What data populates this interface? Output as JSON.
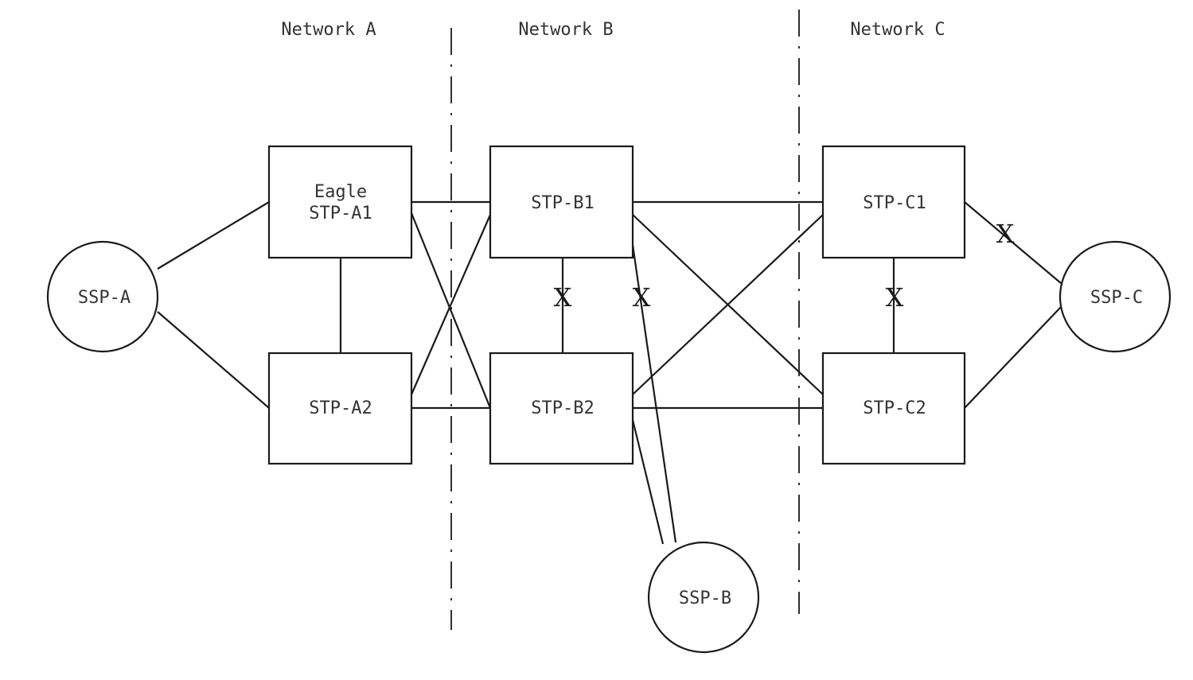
{
  "networks": [
    {
      "id": "A",
      "label": "Network A"
    },
    {
      "id": "B",
      "label": "Network B"
    },
    {
      "id": "C",
      "label": "Network C"
    }
  ],
  "nodes": [
    {
      "id": "SSP-A",
      "shape": "circle",
      "lines": [
        "SSP-A"
      ]
    },
    {
      "id": "STP-A1",
      "shape": "box",
      "lines": [
        "Eagle",
        "STP-A1"
      ]
    },
    {
      "id": "STP-A2",
      "shape": "box",
      "lines": [
        "STP-A2"
      ]
    },
    {
      "id": "STP-B1",
      "shape": "box",
      "lines": [
        "STP-B1"
      ]
    },
    {
      "id": "STP-B2",
      "shape": "box",
      "lines": [
        "STP-B2"
      ]
    },
    {
      "id": "SSP-B",
      "shape": "circle",
      "lines": [
        "SSP-B"
      ]
    },
    {
      "id": "STP-C1",
      "shape": "box",
      "lines": [
        "STP-C1"
      ]
    },
    {
      "id": "STP-C2",
      "shape": "box",
      "lines": [
        "STP-C2"
      ]
    },
    {
      "id": "SSP-C",
      "shape": "circle",
      "lines": [
        "SSP-C"
      ]
    }
  ],
  "links": [
    {
      "from": "SSP-A",
      "to": "STP-A1",
      "failed": false
    },
    {
      "from": "SSP-A",
      "to": "STP-A2",
      "failed": false
    },
    {
      "from": "STP-A1",
      "to": "STP-A2",
      "failed": false
    },
    {
      "from": "STP-A1",
      "to": "STP-B1",
      "failed": false
    },
    {
      "from": "STP-A1",
      "to": "STP-B2",
      "failed": false
    },
    {
      "from": "STP-A2",
      "to": "STP-B1",
      "failed": false
    },
    {
      "from": "STP-A2",
      "to": "STP-B2",
      "failed": false
    },
    {
      "from": "STP-B1",
      "to": "STP-B2",
      "failed": true
    },
    {
      "from": "STP-B1",
      "to": "SSP-B",
      "failed": true
    },
    {
      "from": "STP-B2",
      "to": "SSP-B",
      "failed": false
    },
    {
      "from": "STP-B1",
      "to": "STP-C1",
      "failed": false
    },
    {
      "from": "STP-B1",
      "to": "STP-C2",
      "failed": false
    },
    {
      "from": "STP-B2",
      "to": "STP-C1",
      "failed": false
    },
    {
      "from": "STP-B2",
      "to": "STP-C2",
      "failed": false
    },
    {
      "from": "STP-C1",
      "to": "STP-C2",
      "failed": true
    },
    {
      "from": "STP-C1",
      "to": "SSP-C",
      "failed": true
    },
    {
      "from": "STP-C2",
      "to": "SSP-C",
      "failed": false
    }
  ],
  "failure_marker": "X",
  "colors": {
    "line": "#1a1a1a",
    "text": "#333333",
    "background": "#ffffff"
  }
}
